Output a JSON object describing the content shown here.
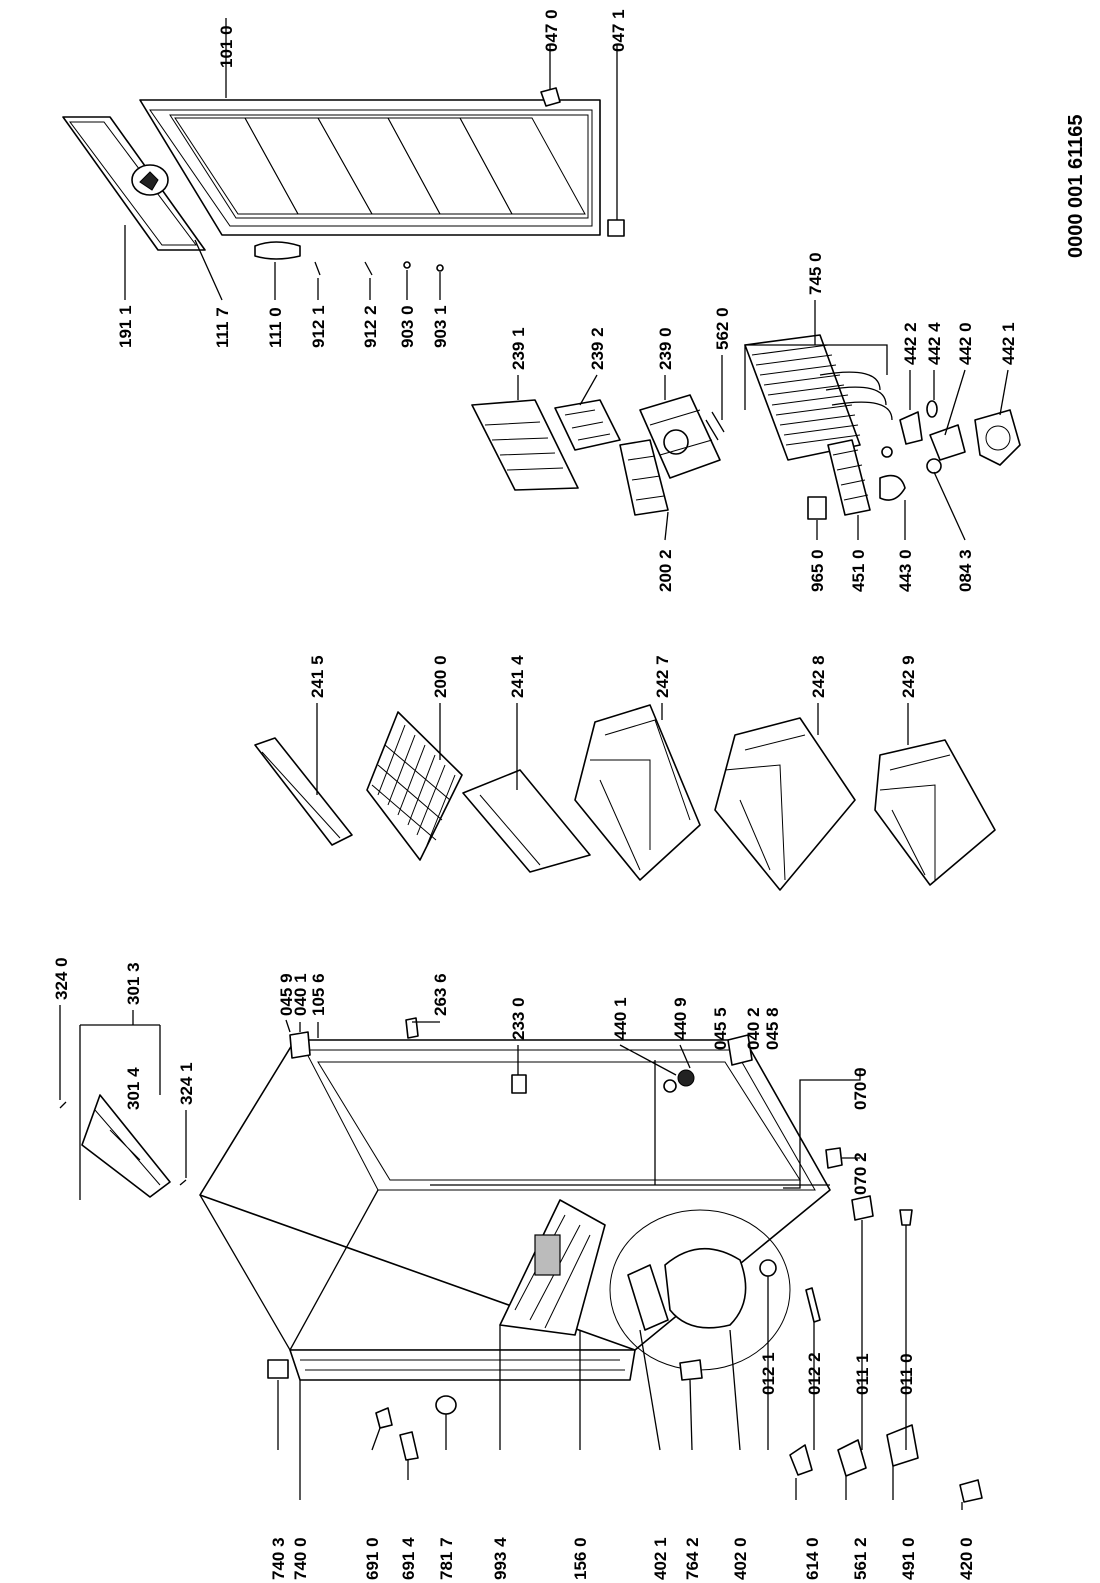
{
  "document_code": "0000 001 61165",
  "labels": {
    "p1010": "101 0",
    "p0470": "047 0",
    "p0471": "047 1",
    "p1911": "191 1",
    "p1117": "111 7",
    "p1110": "111 0",
    "p9121": "912 1",
    "p9122": "912 2",
    "p9030": "903 0",
    "p9031": "903 1",
    "p2391": "239 1",
    "p2392": "239 2",
    "p2390": "239 0",
    "p5620": "562 0",
    "p7450": "745 0",
    "p4422": "442 2",
    "p4424": "442 4",
    "p4420": "442 0",
    "p4421": "442 1",
    "p2002": "200 2",
    "p9650": "965 0",
    "p4510": "451 0",
    "p4430": "443 0",
    "p0843": "084 3",
    "p2415": "241 5",
    "p2000": "200 0",
    "p2414": "241 4",
    "p2427": "242 7",
    "p2428": "242 8",
    "p2429": "242 9",
    "p3240": "324 0",
    "p3013": "301 3",
    "p3014": "301 4",
    "p3241": "324 1",
    "p0459": "045 9",
    "p0401": "040 1",
    "p1056": "105 6",
    "p2636": "263 6",
    "p2330": "233 0",
    "p4401": "440 1",
    "p4409": "440 9",
    "p0455": "045 5",
    "p0402": "040 2",
    "p0458": "045 8",
    "p0700": "070 0",
    "p0702": "070 2",
    "p7403": "740 3",
    "p7400": "740 0",
    "p6910": "691 0",
    "p6914": "691 4",
    "p7817": "781 7",
    "p9934": "993 4",
    "p1560": "156 0",
    "p4021": "402 1",
    "p7642": "764 2",
    "p4020": "402 0",
    "p0121": "012 1",
    "p0122": "012 2",
    "p0111": "011 1",
    "p0110": "011 0",
    "p6140": "614 0",
    "p5612": "561 2",
    "p4910": "491 0",
    "p4200": "420 0"
  }
}
